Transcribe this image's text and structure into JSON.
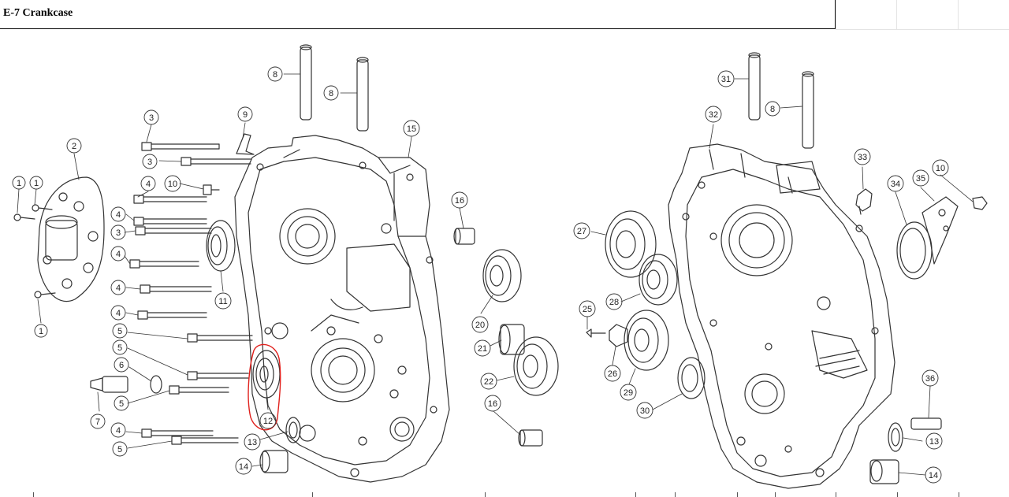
{
  "page": {
    "title": "E-7 Crankcase"
  },
  "callouts": [
    {
      "id": "c-1a",
      "label": "1"
    },
    {
      "id": "c-1b",
      "label": "1"
    },
    {
      "id": "c-1c",
      "label": "1"
    },
    {
      "id": "c-2",
      "label": "2"
    },
    {
      "id": "c-3a",
      "label": "3"
    },
    {
      "id": "c-3b",
      "label": "3"
    },
    {
      "id": "c-3c",
      "label": "3"
    },
    {
      "id": "c-4a",
      "label": "4"
    },
    {
      "id": "c-4b",
      "label": "4"
    },
    {
      "id": "c-4c",
      "label": "4"
    },
    {
      "id": "c-4d",
      "label": "4"
    },
    {
      "id": "c-4e",
      "label": "4"
    },
    {
      "id": "c-4f",
      "label": "4"
    },
    {
      "id": "c-5a",
      "label": "5"
    },
    {
      "id": "c-5b",
      "label": "5"
    },
    {
      "id": "c-5c",
      "label": "5"
    },
    {
      "id": "c-5d",
      "label": "5"
    },
    {
      "id": "c-6",
      "label": "6"
    },
    {
      "id": "c-7",
      "label": "7"
    },
    {
      "id": "c-8a",
      "label": "8"
    },
    {
      "id": "c-8b",
      "label": "8"
    },
    {
      "id": "c-8c",
      "label": "8"
    },
    {
      "id": "c-9",
      "label": "9"
    },
    {
      "id": "c-10a",
      "label": "10"
    },
    {
      "id": "c-10b",
      "label": "10"
    },
    {
      "id": "c-11",
      "label": "11"
    },
    {
      "id": "c-12",
      "label": "12"
    },
    {
      "id": "c-13a",
      "label": "13"
    },
    {
      "id": "c-13b",
      "label": "13"
    },
    {
      "id": "c-14a",
      "label": "14"
    },
    {
      "id": "c-14b",
      "label": "14"
    },
    {
      "id": "c-15",
      "label": "15"
    },
    {
      "id": "c-16a",
      "label": "16"
    },
    {
      "id": "c-16b",
      "label": "16"
    },
    {
      "id": "c-20",
      "label": "20"
    },
    {
      "id": "c-21",
      "label": "21"
    },
    {
      "id": "c-22",
      "label": "22"
    },
    {
      "id": "c-25",
      "label": "25"
    },
    {
      "id": "c-26",
      "label": "26"
    },
    {
      "id": "c-27",
      "label": "27"
    },
    {
      "id": "c-28",
      "label": "28"
    },
    {
      "id": "c-29",
      "label": "29"
    },
    {
      "id": "c-30",
      "label": "30"
    },
    {
      "id": "c-31",
      "label": "31"
    },
    {
      "id": "c-32",
      "label": "32"
    },
    {
      "id": "c-33",
      "label": "33"
    },
    {
      "id": "c-34",
      "label": "34"
    },
    {
      "id": "c-35",
      "label": "35"
    },
    {
      "id": "c-36",
      "label": "36"
    }
  ],
  "highlight": {
    "part": "12",
    "color": "#e0201c"
  },
  "colors": {
    "line": "#333333",
    "background": "#ffffff"
  }
}
